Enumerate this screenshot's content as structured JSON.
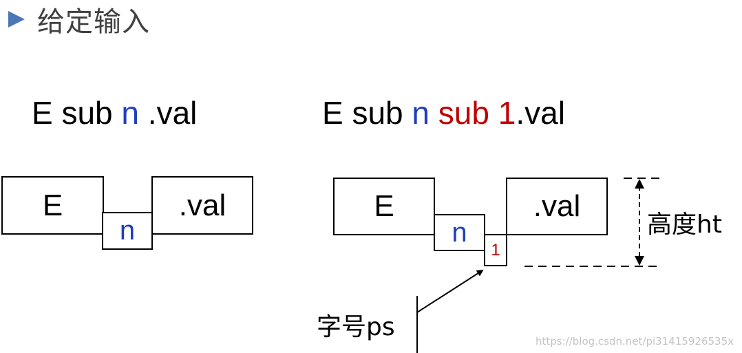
{
  "heading": {
    "title": "给定输入",
    "bullet_color": "#4a78b5"
  },
  "left_example": {
    "expr_parts": {
      "base": "E sub ",
      "sub": "n",
      "rest": " .val"
    },
    "boxes": {
      "base": "E",
      "sub": "n",
      "val": ".val"
    }
  },
  "right_example": {
    "expr_parts": {
      "base": "E sub ",
      "sub": "n",
      "space": " ",
      "subsub": "sub 1",
      "rest": ".val"
    },
    "boxes": {
      "base": "E",
      "sub": "n",
      "subsub": "1",
      "val": ".val"
    }
  },
  "annotations": {
    "height_label": "高度ht",
    "font_size_label": "字号ps"
  },
  "watermark": "https://blog.csdn.net/pi31415926535x",
  "colors": {
    "subscript_blue": "#1f3fbf",
    "subsubscript_red": "#c00000"
  }
}
